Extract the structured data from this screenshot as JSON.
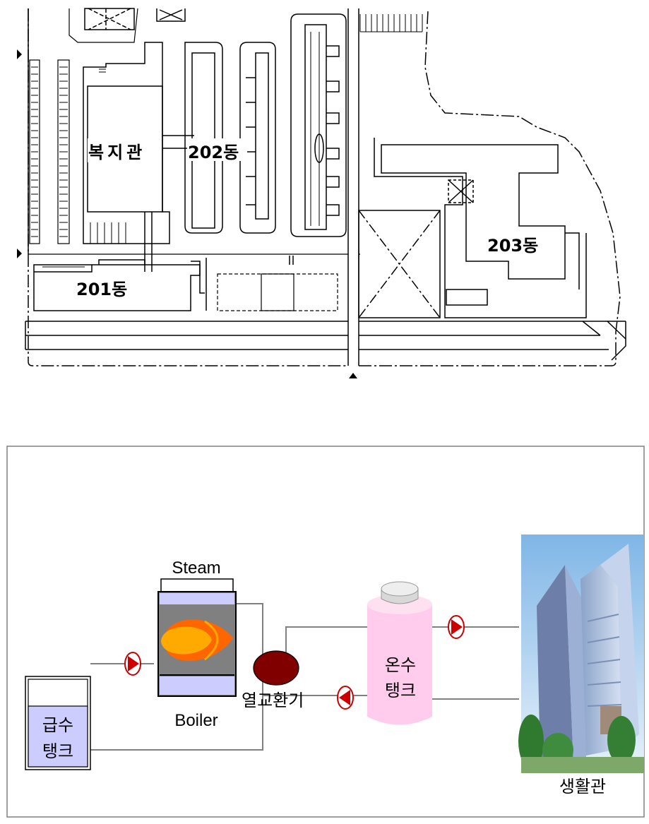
{
  "site_plan": {
    "labels": {
      "welfare_hall": "복지관",
      "bldg_202": "202동",
      "bldg_201": "201동",
      "bldg_203": "203동"
    }
  },
  "system": {
    "steam_label": "Steam",
    "boiler_label": "Boiler",
    "heat_exchanger_label": "열교환기",
    "hot_water_tank": [
      "온수",
      "탱크"
    ],
    "feed_tank": [
      "급수",
      "탱크"
    ],
    "building_label": "생활관"
  },
  "colors": {
    "flame_outer": "#ff6600",
    "flame_inner": "#ffaa00",
    "boiler_body": "#808080",
    "boiler_caps": "#ccccff",
    "exchanger": "#800000",
    "hot_tank": "#ffccee",
    "feed_tank_fill": "#ccccff",
    "pump": "#cc0000",
    "pipe": "#808080"
  }
}
